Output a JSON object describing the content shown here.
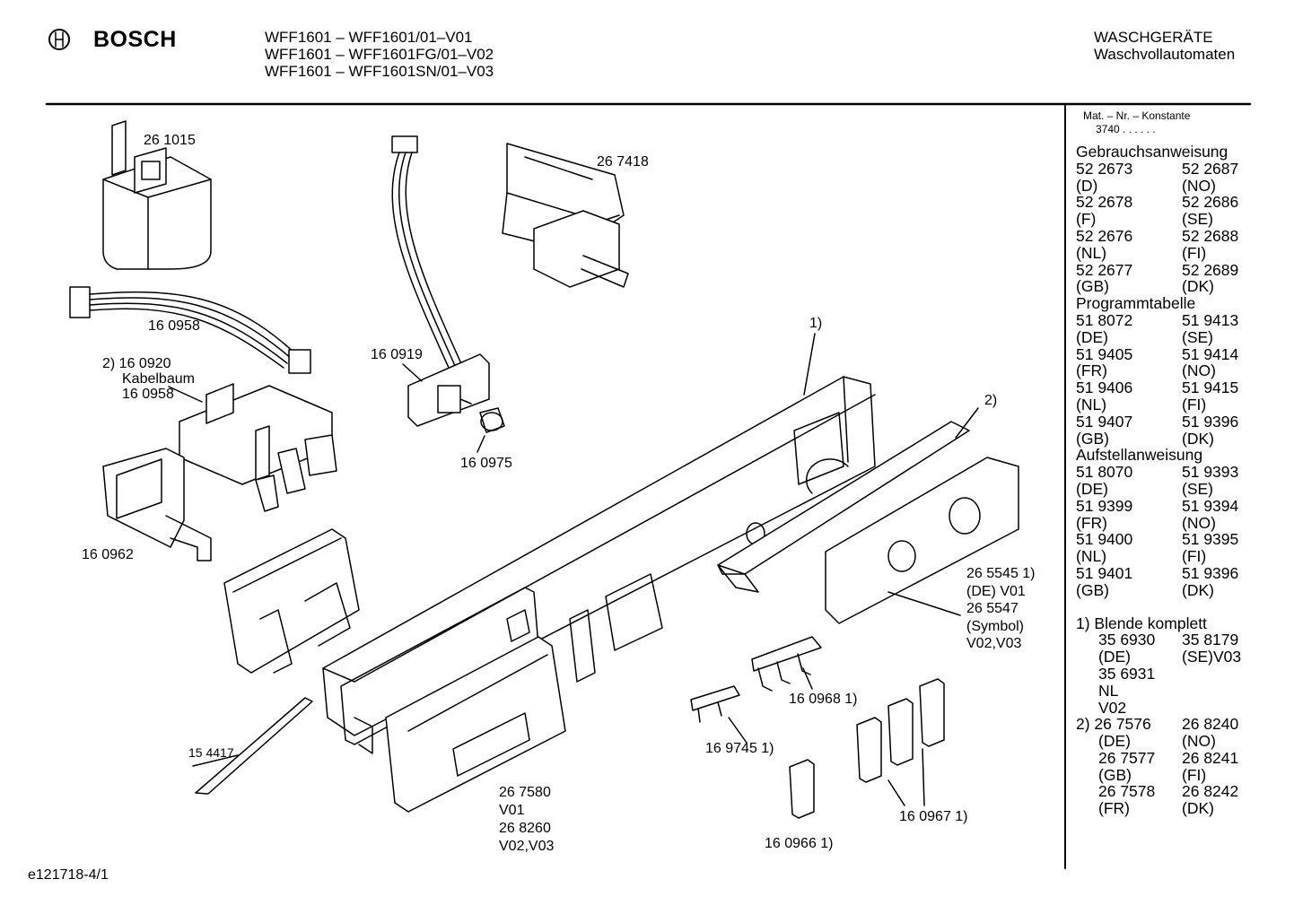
{
  "brand": "BOSCH",
  "models": [
    "WFF1601 – WFF1601/01–V01",
    "WFF1601 – WFF1601FG/01–V02",
    "WFF1601 – WFF1601SN/01–V03"
  ],
  "category": [
    "WASCHGERÄTE",
    "Waschvollautomaten"
  ],
  "footer_id": "e121718-4/1",
  "part_labels": {
    "p261015": "26 1015",
    "p267418": "26 7418",
    "p160958": "16 0958",
    "p160919": "16 0919",
    "note_harness": [
      "2) 16 0920",
      "Kabelbaum",
      "16 0958"
    ],
    "p160975": "16 0975",
    "p160962": "16 0962",
    "ref1": "1)",
    "ref2": "2)",
    "p265545": [
      "26 5545 1)",
      "(DE) V01",
      "26 5547",
      "(Symbol)",
      "V02,V03"
    ],
    "p160968": "16 0968 1)",
    "p169745": "16 9745 1)",
    "p154417": "15 4417",
    "p267580": [
      "26 7580",
      "V01",
      "26 8260",
      "V02,V03"
    ],
    "p160966": "16 0966 1)",
    "p160967": "16 0967 1)"
  },
  "sidebar": {
    "mat_header": "Mat. – Nr. – Konstante",
    "mat_value": "3740 . .   . . . .",
    "sections": [
      {
        "title": "Gebrauchsanweisung",
        "rows": [
          [
            "52 2673",
            "52 2687"
          ],
          [
            "(D)",
            "(NO)"
          ],
          [
            "52 2678",
            "52 2686"
          ],
          [
            "(F)",
            "(SE)"
          ],
          [
            "52 2676",
            "52 2688"
          ],
          [
            "(NL)",
            "(FI)"
          ],
          [
            "52 2677",
            "52 2689"
          ],
          [
            "(GB)",
            "(DK)"
          ]
        ]
      },
      {
        "title": "Programmtabelle",
        "rows": [
          [
            "51 8072",
            "51 9413"
          ],
          [
            "(DE)",
            "(SE)"
          ],
          [
            "51 9405",
            "51 9414"
          ],
          [
            "(FR)",
            "(NO)"
          ],
          [
            "51 9406",
            "51 9415"
          ],
          [
            "(NL)",
            "(FI)"
          ],
          [
            "51 9407",
            "51 9396"
          ],
          [
            "(GB)",
            "(DK)"
          ]
        ]
      },
      {
        "title": "Aufstellanweisung",
        "rows": [
          [
            "51 8070",
            "51 9393"
          ],
          [
            "(DE)",
            "(SE)"
          ],
          [
            "51 9399",
            "51 9394"
          ],
          [
            "(FR)",
            "(NO)"
          ],
          [
            "51 9400",
            "51 9395"
          ],
          [
            "(NL)",
            "(FI)"
          ],
          [
            "51 9401",
            "51 9396"
          ],
          [
            "(GB)",
            "(DK)"
          ]
        ]
      }
    ],
    "notes": {
      "n1_title": "1) Blende komplett",
      "n1_rows": [
        [
          "35 6930",
          "35 8179"
        ],
        [
          "(DE)",
          "(SE)V03"
        ],
        [
          "35 6931",
          ""
        ],
        [
          "NL",
          ""
        ],
        [
          "V02",
          ""
        ]
      ],
      "n2_first": [
        "2)  26 7576",
        "26 8240"
      ],
      "n2_rows": [
        [
          "(DE)",
          "(NO)"
        ],
        [
          "26 7577",
          "26 8241"
        ],
        [
          "(GB)",
          "(FI)"
        ],
        [
          "26 7578",
          "26 8242"
        ],
        [
          "(FR)",
          "(DK)"
        ]
      ]
    }
  }
}
